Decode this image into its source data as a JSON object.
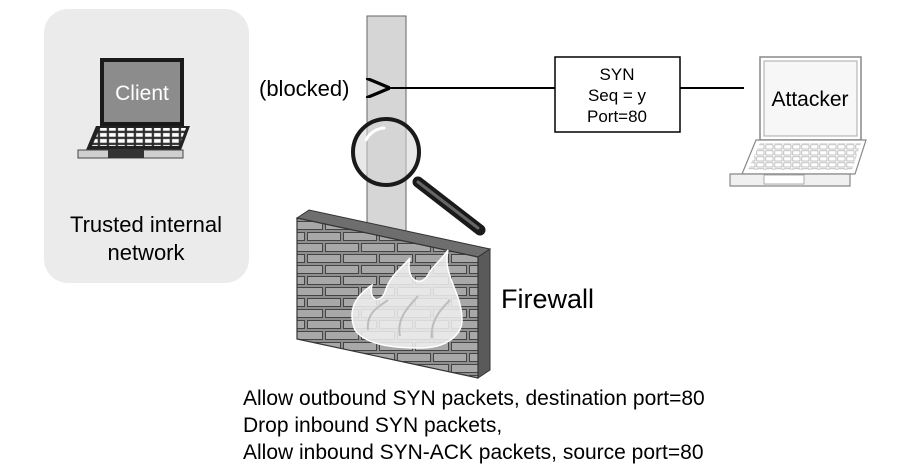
{
  "client": {
    "label": "Client",
    "zone_label_line1": "Trusted internal",
    "zone_label_line2": "network"
  },
  "attacker": {
    "label": "Attacker"
  },
  "blocked_label": "(blocked)",
  "packet": {
    "line1": "SYN",
    "line2": "Seq = y",
    "line3": "Port=80"
  },
  "firewall": {
    "label": "Firewall"
  },
  "rules": [
    "Allow outbound SYN packets, destination port=80",
    "Drop inbound SYN packets,",
    "Allow inbound SYN-ACK packets, source port=80"
  ],
  "colors": {
    "zone_fill": "#ebebeb",
    "screen_dark": "#8c8c8c",
    "brick": "#9a9a9a",
    "pipe": "#d6d6d6"
  }
}
